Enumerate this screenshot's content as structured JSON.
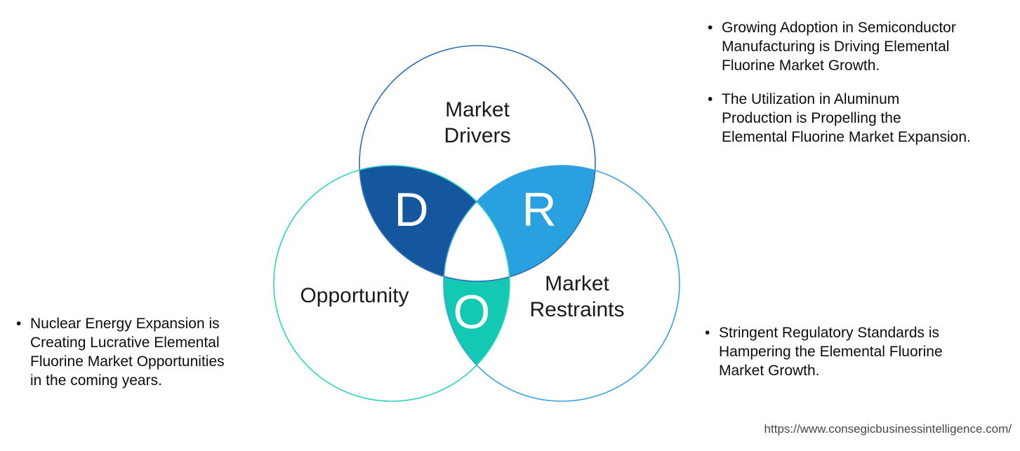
{
  "venn": {
    "triple_overlap_fill": "#ffffff",
    "circles": [
      {
        "label": "Market\nDrivers",
        "stroke": "#2e6cb4"
      },
      {
        "label": "Opportunity",
        "stroke": "#2bd4c2"
      },
      {
        "label": "Market\nRestraints",
        "stroke": "#38a2de"
      }
    ],
    "overlaps": [
      {
        "letter": "D",
        "fill": "#15579f"
      },
      {
        "letter": "R",
        "fill": "#29a0df"
      },
      {
        "letter": "O",
        "fill": "#14c9b4"
      }
    ]
  },
  "annotations": {
    "bullet_char": "•",
    "top_right": [
      {
        "text": "Growing Adoption in Semiconductor\nManufacturing is Driving Elemental\nFluorine Market Growth."
      },
      {
        "text": "The Utilization in Aluminum\nProduction is Propelling the\nElemental Fluorine Market Expansion."
      }
    ],
    "bottom_left": [
      {
        "text": "Nuclear Energy Expansion is\nCreating Lucrative Elemental\nFluorine Market Opportunities\nin the coming years."
      }
    ],
    "bottom_right": [
      {
        "text": "Stringent Regulatory Standards is\nHampering the Elemental Fluorine\nMarket Growth."
      }
    ]
  },
  "footer": {
    "url": "https://www.consegicbusinessintelligence.com/"
  }
}
